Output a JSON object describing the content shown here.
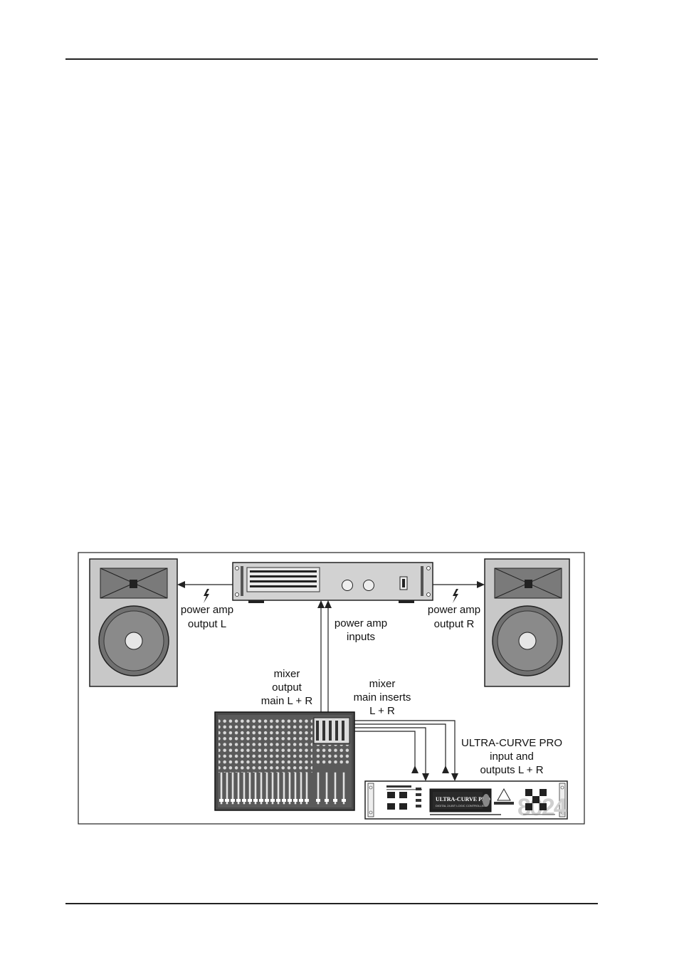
{
  "labels": {
    "amp_out_l": [
      "power amp",
      "output L"
    ],
    "amp_out_r": [
      "power amp",
      "output R"
    ],
    "amp_inputs": [
      "power amp",
      "inputs"
    ],
    "mixer_output": [
      "mixer",
      "output",
      "main L + R"
    ],
    "mixer_inserts": [
      "mixer",
      "main inserts",
      "L + R"
    ],
    "ultracurve_io": [
      "ULTRA-CURVE PRO",
      "input and",
      "outputs L + R"
    ]
  },
  "device": {
    "display_title": "ULTRA-CURVE PRO",
    "display_sub": "DIGITAL 24-BIT LOGIC CONTROLLED",
    "model_digits": "8024"
  }
}
